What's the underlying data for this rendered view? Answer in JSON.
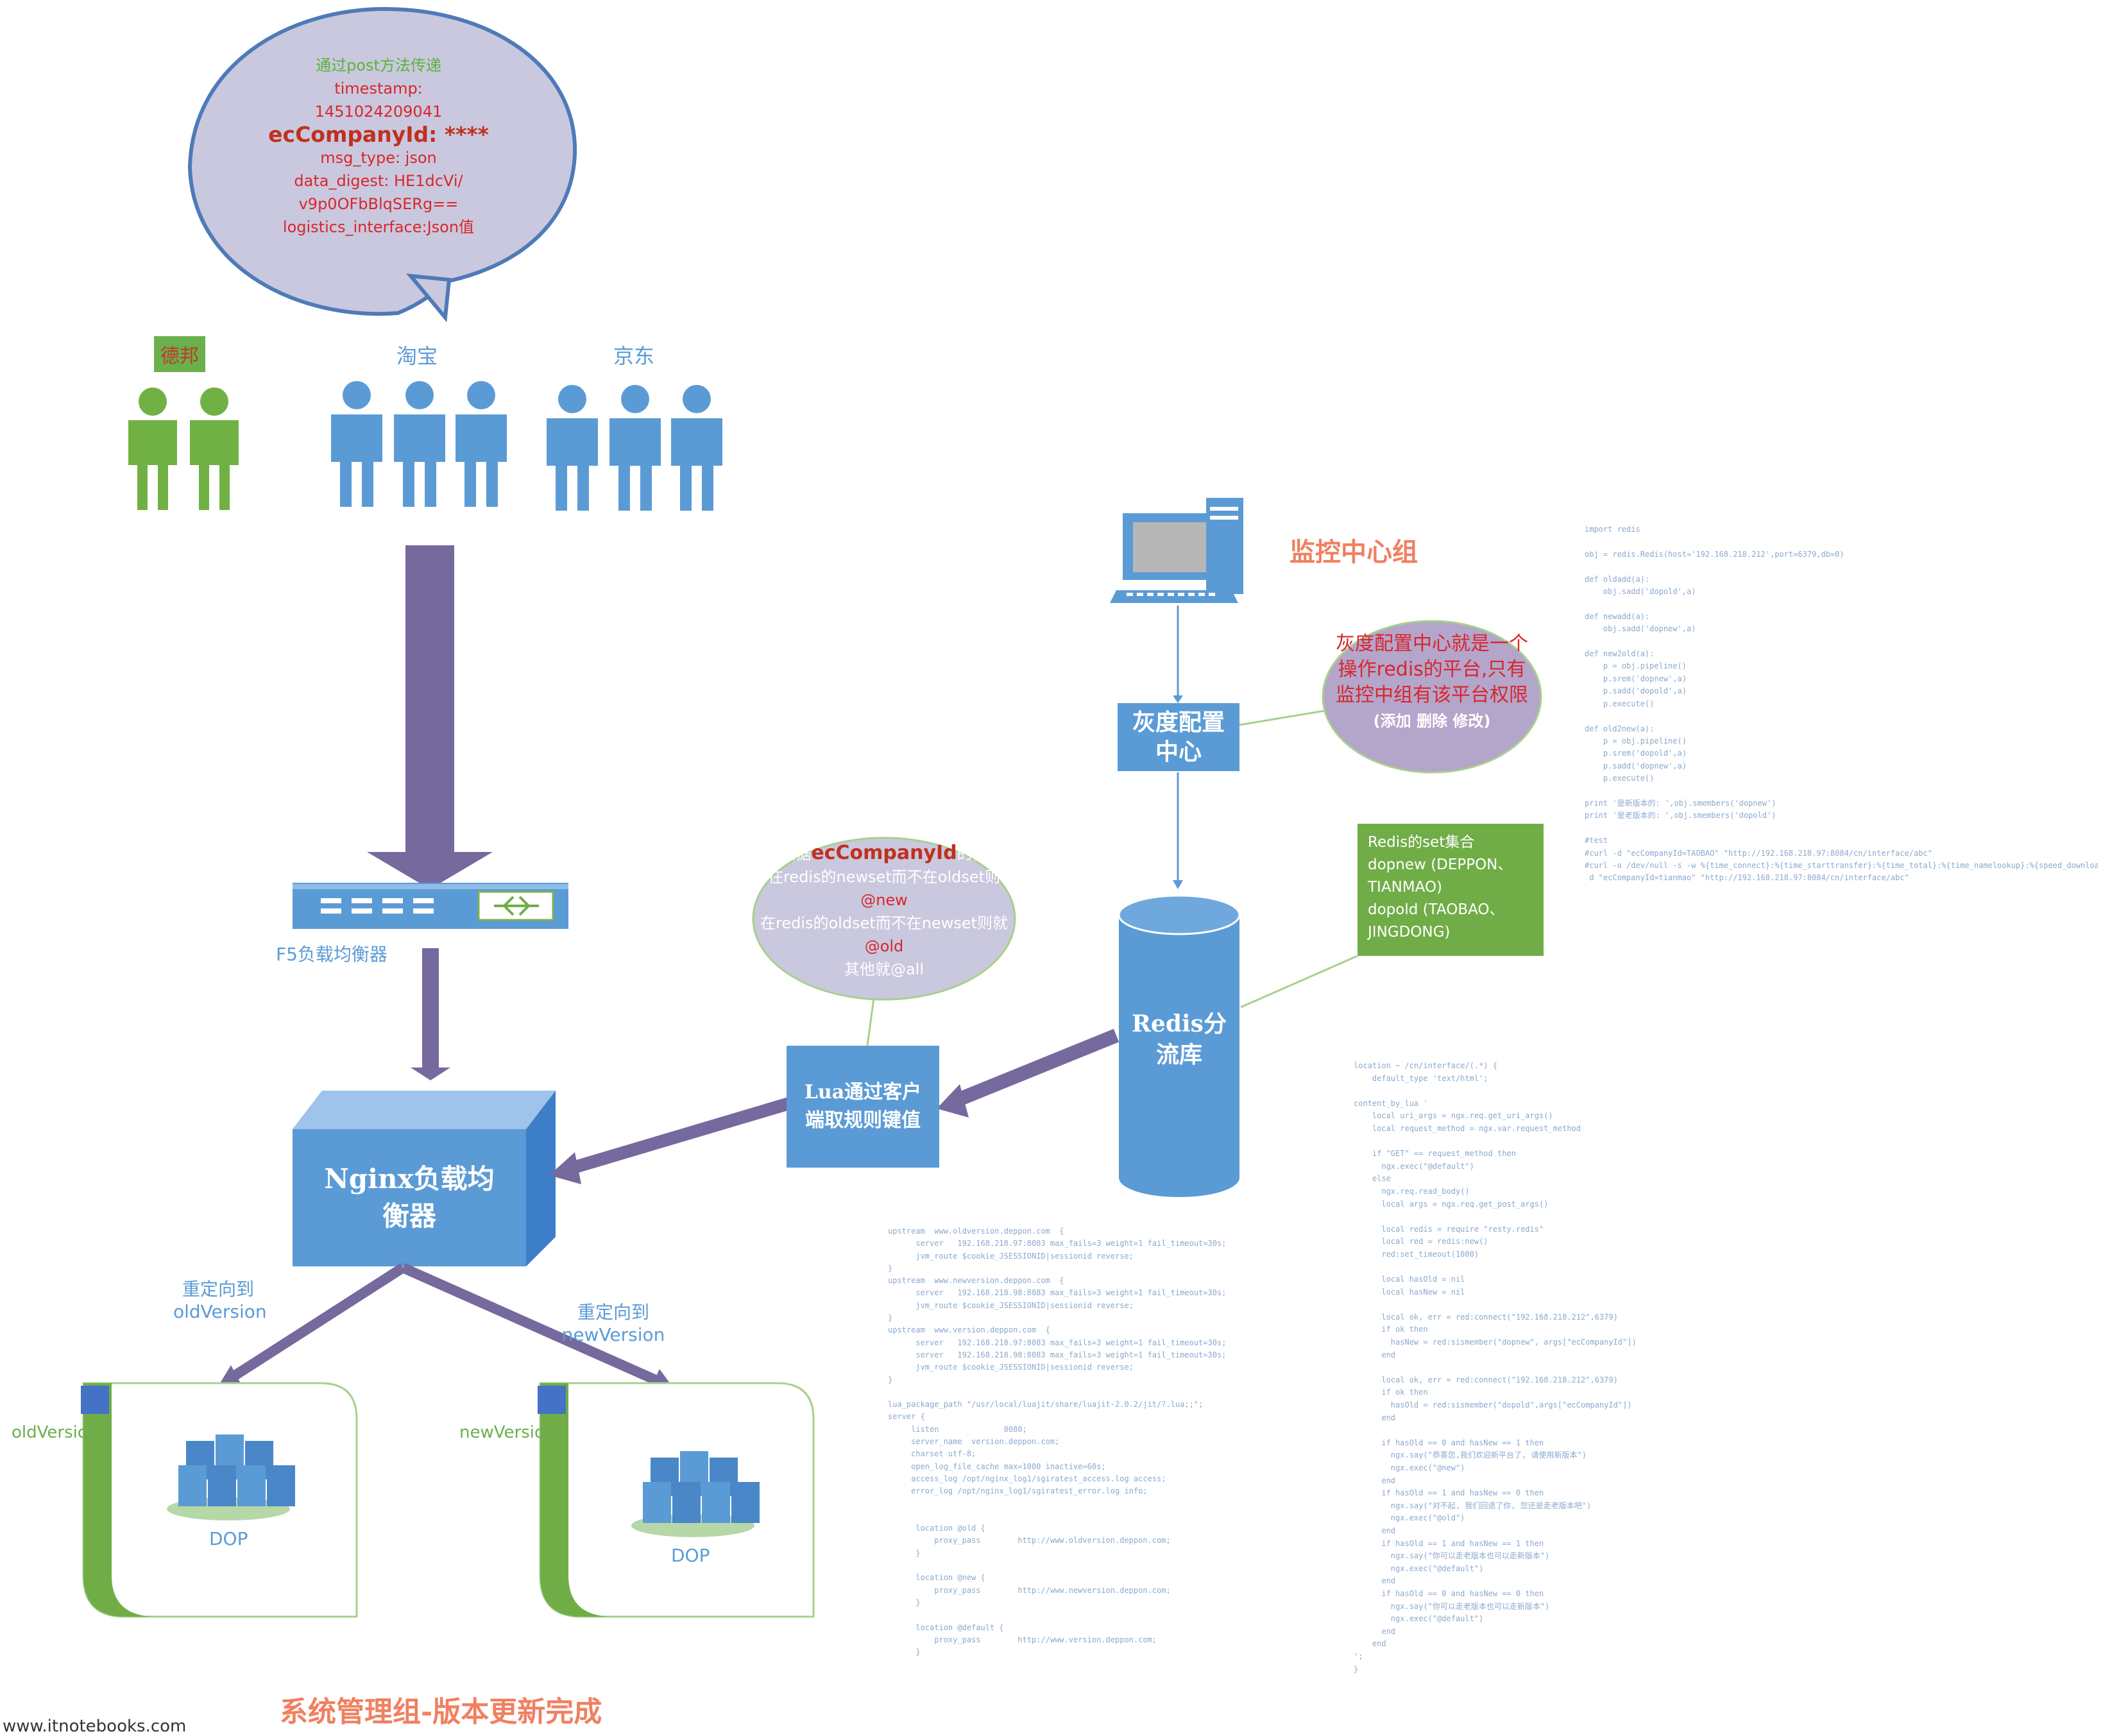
{
  "bubble": {
    "line1": "通过post方法传递",
    "line2": "timestamp:",
    "line3": "1451024209041",
    "line4": "ecCompanyId: ****",
    "line5": "msg_type: json",
    "line6": "data_digest: HE1dcVi/",
    "line7": "v9p0OFbBlqSERg==",
    "line8": "logistics_interface:Json值"
  },
  "groups": {
    "debang": "德邦",
    "taobao": "淘宝",
    "jingdong": "京东"
  },
  "f5_label": "F5负载均衡器",
  "nginx_label": "Nginx负载均衡器",
  "redirect_old": {
    "line1": "重定向到",
    "line2": "oldVersion"
  },
  "redirect_new": {
    "line1": "重定向到",
    "line2": "newVersion"
  },
  "old_version_label": "oldVersion",
  "new_version_label": "newVersion",
  "dop_label": "DOP",
  "lua_box": "Lua通过客户端取规则键值",
  "lua_ellipse": {
    "line1a": "根据",
    "line1b": "ecCompanyId",
    "line1c": "的值",
    "line2": "在redis的newset而不在oldset则",
    "line3": "@new",
    "line4": "在redis的oldset而不在newset则就",
    "line5": "@old",
    "line6": "其他就@all"
  },
  "redis_label": "Redis分流库",
  "gray_center": "灰度配置中心",
  "monitor_group": "监控中心组",
  "gray_ellipse": {
    "line1": "灰度配置中心就是一个操作redis的平台,只有监控中组有该平台权限",
    "line2": "(添加 删除 修改)"
  },
  "redis_set": {
    "line1": "Redis的set集合",
    "line2": "dopnew (DEPPON、TIANMAO)",
    "line3": "dopold (TAOBAO、JINGDONG)"
  },
  "bottom_title": "系统管理组-版本更新完成",
  "footer": "www.itnotebooks.com",
  "code_python": "import redis\n\nobj = redis.Redis(host='192.168.218.212',port=6379,db=0)\n\ndef oldadd(a):\n    obj.sadd('dopold',a)\n\ndef newadd(a):\n    obj.sadd('dopnew',a)\n\ndef new2old(a):\n    p = obj.pipeline()\n    p.srem('dopnew',a)\n    p.sadd('dopold',a)\n    p.execute()\n\ndef old2new(a):\n    p = obj.pipeline()\n    p.srem('dopold',a)\n    p.sadd('dopnew',a)\n    p.execute()\n\nprint '是新版本的: ',obj.smembers('dopnew')\nprint '是老版本的: ',obj.smembers('dopold')\n\n#test\n#curl -d \"ecCompanyId=TAOBAO\" \"http://192.168.218.97:8084/cn/interface/abc\"\n#curl -o /dev/null -s -w %{time_connect}:%{time_starttransfer}:%{time_total}:%{time_namelookup}:%{speed_download} -d \"ecCompanyId=TAOBAO\"\n d \"ecCompanyId=tianmao\" \"http://192.168.218.97:8084/cn/interface/abc\"",
  "code_lua": "location ~ /cn/interface/(.*) {\n    default_type 'text/html';\n\ncontent_by_lua '\n    local uri_args = ngx.req.get_uri_args()\n    local request_method = ngx.var.request_method\n\n    if \"GET\" == request_method then\n      ngx.exec(\"@default\")\n    else\n      ngx.req.read_body()\n      local args = ngx.req.get_post_args()\n\n      local redis = require \"resty.redis\"\n      local red = redis:new()\n      red:set_timeout(1000)\n\n      local hasOld = nil\n      local hasNew = nil\n\n      local ok, err = red:connect(\"192.168.218.212\",6379)\n      if ok then\n        hasNew = red:sismember(\"dopnew\", args[\"ecCompanyId\"])\n      end\n\n      local ok, err = red:connect(\"192.168.218.212\",6379)\n      if ok then\n        hasOld = red:sismember(\"dopold\",args[\"ecCompanyId\"])\n      end\n\n      if hasOld == 0 and hasNew == 1 then\n        ngx.say(\"恭喜您,我们欢迎新平台了, 请使用新版本\")\n        ngx.exec(\"@new\")\n      end\n      if hasOld == 1 and hasNew == 0 then\n        ngx.say(\"对不起, 我们回退了你, 您还是走老版本吧\")\n        ngx.exec(\"@old\")\n      end\n      if hasOld == 1 and hasNew == 1 then\n        ngx.say(\"你可以走老版本也可以走新版本\")\n        ngx.exec(\"@default\")\n      end\n      if hasOld == 0 and hasNew == 0 then\n        ngx.say(\"你可以走老版本也可以走新版本\")\n        ngx.exec(\"@default\")\n      end\n    end\n';\n}",
  "code_nginx": "upstream  www.oldversion.deppon.com  {\n      server   192.168.218.97:8083 max_fails=3 weight=1 fail_timeout=30s;\n      jvm_route $cookie_JSESSIONID|sessionid reverse;\n}\nupstream  www.newversion.deppon.com  {\n      server   192.168.218.98:8083 max_fails=3 weight=1 fail_timeout=30s;\n      jvm_route $cookie_JSESSIONID|sessionid reverse;\n}\nupstream  www.version.deppon.com  {\n      server   192.168.218.97:8083 max_fails=3 weight=1 fail_timeout=30s;\n      server   192.168.218.98:8083 max_fails=3 weight=1 fail_timeout=30s;\n      jvm_route $cookie_JSESSIONID|sessionid reverse;\n}\n\nlua_package_path \"/usr/local/luajit/share/luajit-2.0.2/jit/?.lua;;\";\nserver {\n     listen              8080;\n     server_name  version.deppon.com;\n     charset utf-8;\n     open_log_file_cache max=1000 inactive=60s;\n     access_log /opt/nginx_log1/sgiratest_access.log access;\n     error_log /opt/nginx_log1/sgiratest_error.log info;\n\n\n      location @old {\n          proxy_pass        http://www.oldversion.deppon.com;\n      }\n\n      location @new {\n          proxy_pass        http://www.newversion.deppon.com;\n      }\n\n      location @default {\n          proxy_pass        http://www.version.deppon.com;\n      }"
}
